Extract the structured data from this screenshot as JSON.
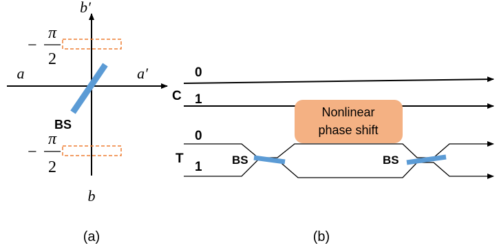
{
  "panel_a": {
    "port_labels": {
      "a_in": "a",
      "a_out": "a′",
      "b_in": "b",
      "b_out": "b′"
    },
    "beamsplitter_label": "BS",
    "phase_top": {
      "sign": "−",
      "numerator": "π",
      "denominator": "2"
    },
    "phase_bottom": {
      "sign": "−",
      "numerator": "π",
      "denominator": "2"
    },
    "caption": "(a)"
  },
  "panel_b": {
    "control_label": "C",
    "target_label": "T",
    "control_modes": [
      "0",
      "1"
    ],
    "target_modes": [
      "0",
      "1"
    ],
    "nonlinear_box_lines": [
      "Nonlinear",
      "phase shift"
    ],
    "bs_left_label": "BS",
    "bs_right_label": "BS",
    "caption": "(b)"
  },
  "colors": {
    "line": "#000000",
    "beamsplitter": "#5b9bd5",
    "phase_dashed": "#ed7d31",
    "nonlinear_fill": "#f4b183"
  }
}
